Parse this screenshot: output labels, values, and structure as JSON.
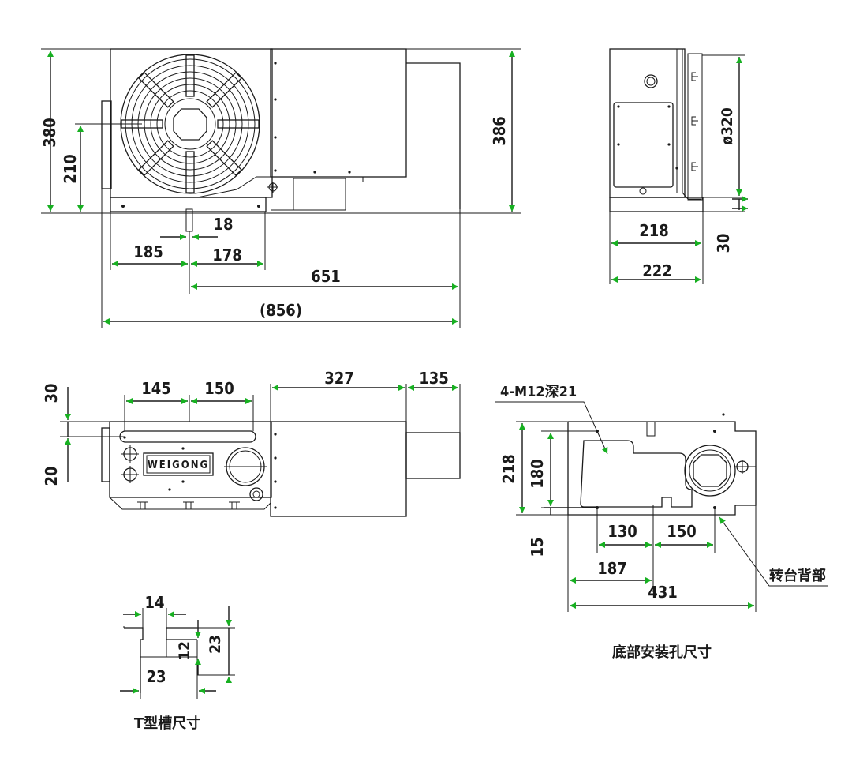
{
  "front_view": {
    "dims": {
      "d380": "380",
      "d210": "210",
      "d386": "386",
      "d18": "18",
      "d185": "185",
      "d178": "178",
      "d651": "651",
      "d856": "(856)"
    }
  },
  "side_view": {
    "dims": {
      "d320": "ø320",
      "d218": "218",
      "d222": "222",
      "d30": "30"
    }
  },
  "top_view": {
    "brand": "WEIGONG",
    "dims": {
      "d145": "145",
      "d150": "150",
      "d327": "327",
      "d135": "135",
      "d30": "30",
      "d20": "20"
    }
  },
  "bottom_view": {
    "dims": {
      "hole": "4-M12深21",
      "d218": "218",
      "d180": "180",
      "d15": "15",
      "d130": "130",
      "d150": "150",
      "d187": "187",
      "d431": "431"
    },
    "note": "转台背部",
    "caption": "底部安装孔尺寸"
  },
  "tslot": {
    "dims": {
      "d14": "14",
      "d12": "12",
      "d23a": "23",
      "d23b": "23"
    },
    "caption": "T型槽尺寸"
  },
  "colors": {
    "arrow": "#17b021",
    "line": "#1a1a1a",
    "background": "#ffffff"
  }
}
